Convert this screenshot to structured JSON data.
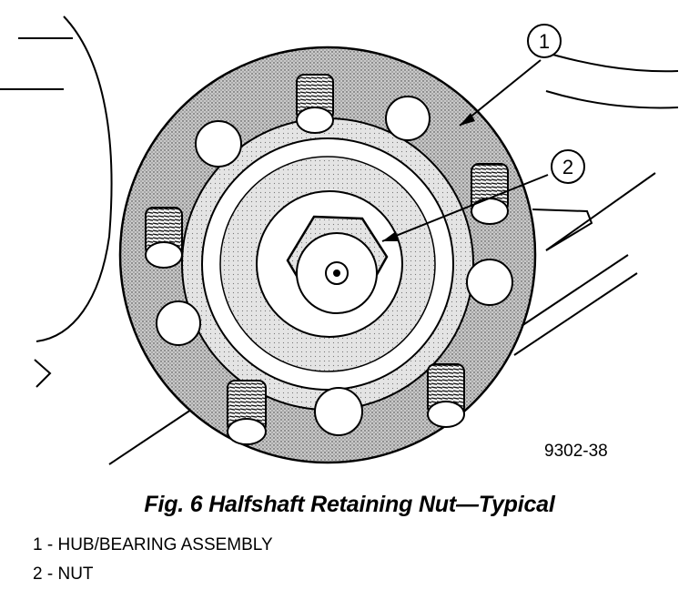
{
  "figure": {
    "id_label": "9302-38",
    "callouts": [
      {
        "number": "1",
        "target": "hub-bearing-assembly"
      },
      {
        "number": "2",
        "target": "nut"
      }
    ]
  },
  "caption": "Fig. 6 Halfshaft Retaining Nut—Typical",
  "legend": [
    {
      "number": "1",
      "separator": " - ",
      "label": "HUB/BEARING ASSEMBLY"
    },
    {
      "number": "2",
      "separator": " - ",
      "label": "NUT"
    }
  ]
}
